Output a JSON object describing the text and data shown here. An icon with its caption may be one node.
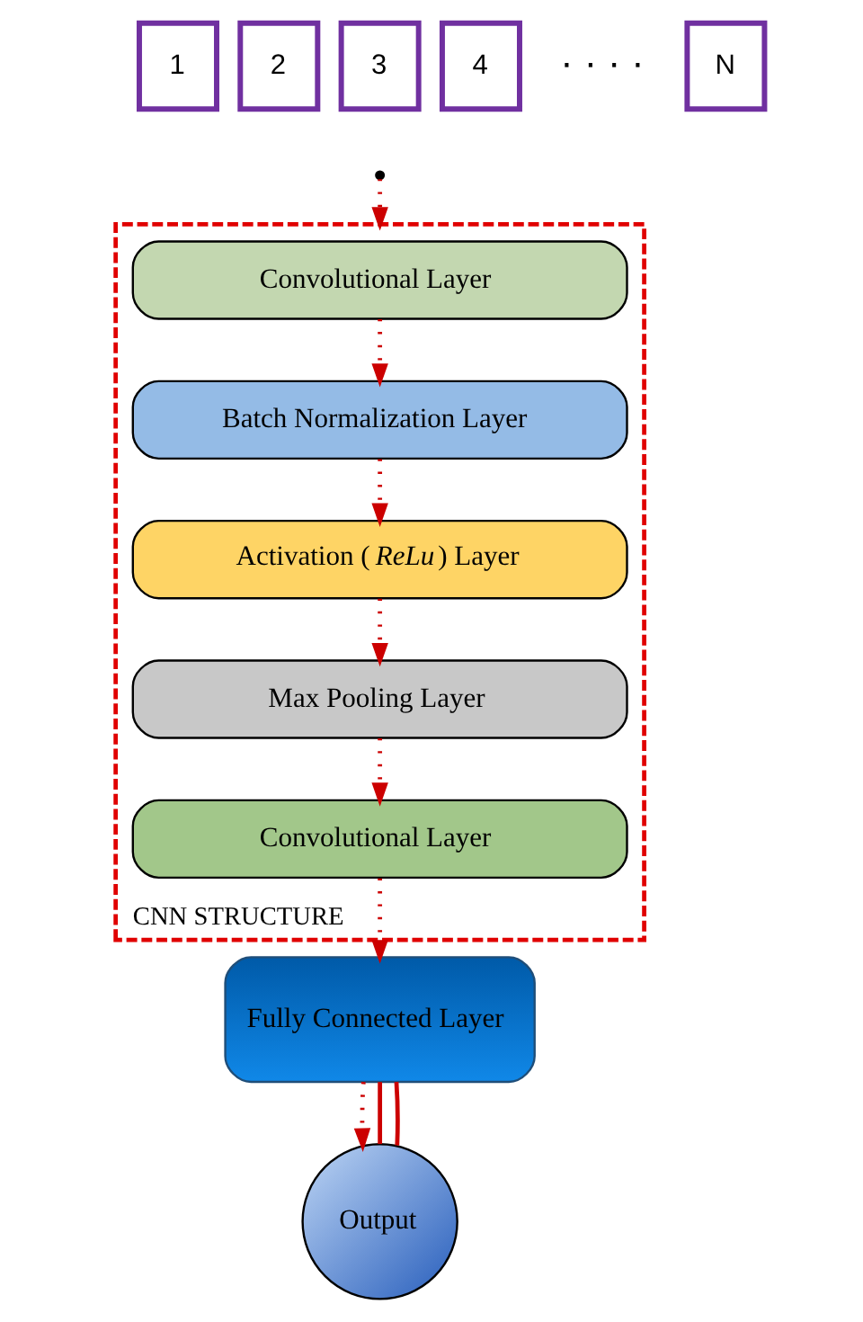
{
  "diagram": {
    "nodes": [
      {
        "text": [
          "1"
        ]
      },
      {
        "text": [
          "2"
        ]
      },
      {
        "text": [
          "3"
        ]
      },
      {
        "text": [
          "4"
        ]
      },
      {
        "text": [
          "N"
        ]
      },
      {
        "text": [
          "CNN STRUCTURE"
        ]
      },
      {
        "text": [
          "Convolutional Layer"
        ],
        "in": 5
      },
      {
        "text": [
          "Batch Normalization Layer"
        ],
        "in": 5
      },
      {
        "text": [
          "Activation (*ReLu*) Layer"
        ],
        "in": 5
      },
      {
        "text": [
          "Max Pooling Layer"
        ],
        "in": 5
      },
      {
        "text": [
          "Convolutional Layer"
        ],
        "in": 5
      },
      {
        "text": [
          "Fully Connected Layer"
        ]
      },
      {
        "text": [
          "Output"
        ]
      }
    ],
    "edges": [
      {
        "from": null,
        "to": 5,
        "arrow": "to",
        "style": "dashed"
      },
      {
        "from": 6,
        "to": 7,
        "arrow": "to",
        "style": "dashed"
      },
      {
        "from": 7,
        "to": 8,
        "arrow": "to",
        "style": "dashed"
      },
      {
        "from": 8,
        "to": 9,
        "arrow": "to",
        "style": "dashed"
      },
      {
        "from": 9,
        "to": 10,
        "arrow": "to",
        "style": "dashed"
      },
      {
        "from": 10,
        "to": 11,
        "arrow": "to",
        "style": "dashed"
      },
      {
        "from": 11,
        "to": 12,
        "arrow": "to",
        "style": "dashed"
      },
      {
        "from": 11,
        "to": 12,
        "arrow": "none"
      },
      {
        "from": 11,
        "to": 12,
        "arrow": "none"
      }
    ],
    "labels": [
      "· · · ·"
    ]
  }
}
